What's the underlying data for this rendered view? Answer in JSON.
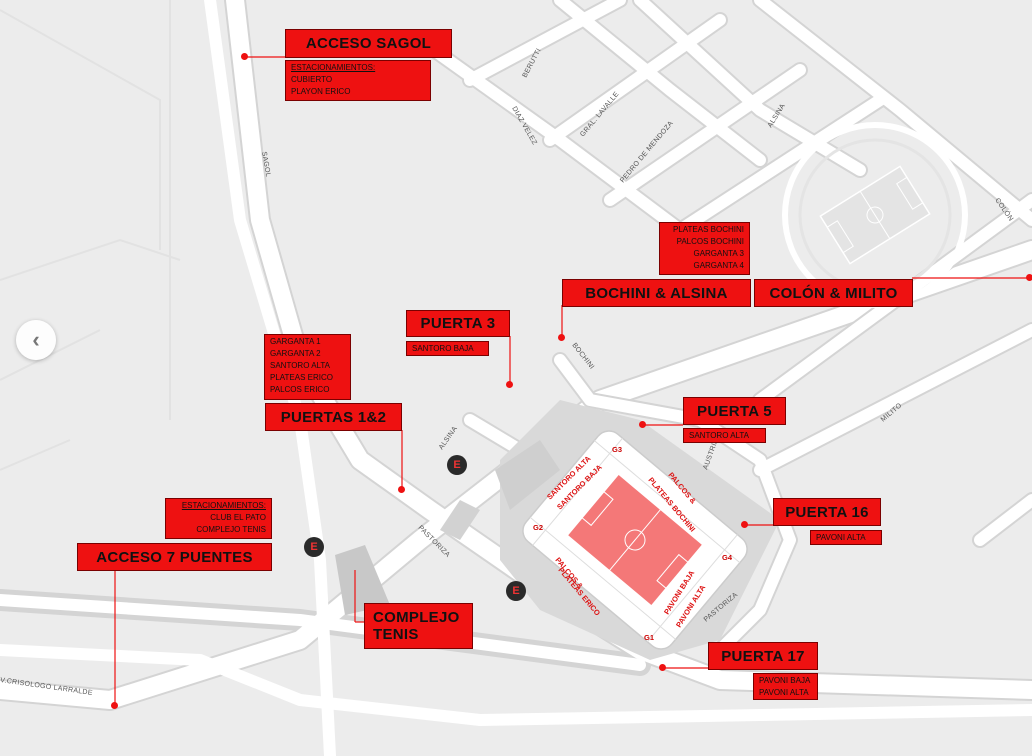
{
  "streets": {
    "sagol": "SAGOL",
    "berutti": "BERUTTI",
    "diaz_velez": "DIAZ VELEZ",
    "gral_lavalle": "GRAL. LAVALLE",
    "pedro_de_mendoza": "PEDRO DE MENDOZA",
    "alsina_north": "ALSINA",
    "colon": "COLÓN",
    "bochini": "BOCHINI",
    "milito": "MILITO",
    "austria": "AUSTRIA",
    "alsina_west": "ALSINA",
    "pastoriza_west": "PASTORIZA",
    "pastoriza_east": "PASTORIZA",
    "crisologo": "V.CRISOLOGO LARRALDE"
  },
  "stadium": {
    "zones": {
      "santoro_alta": "SANTORO ALTA",
      "santoro_baja": "SANTORO BAJA",
      "palcos_bochini_1": "PALCOS &",
      "palcos_bochini_2": "PLATEAS BOCHINI",
      "palcos_erico_1": "PALCOS &",
      "palcos_erico_2": "PLATEAS ERICO",
      "pavoni_baja": "PAVONI BAJA",
      "pavoni_alta": "PAVONI ALTA"
    },
    "gates": {
      "g1": "G1",
      "g2": "G2",
      "g3": "G3",
      "g4": "G4"
    }
  },
  "parking_icon": "E",
  "nav": {
    "prev_icon": "‹"
  },
  "labels": {
    "acceso_sagol": {
      "title": "ACCESO SAGOL",
      "lines": [
        "ESTACIONAMIENTOS:",
        "CUBIERTO",
        "PLAYON ERICO"
      ]
    },
    "bochini_alsina": {
      "title": "BOCHINI & ALSINA",
      "lines": [
        "PLATEAS BOCHINI",
        "PALCOS BOCHINI",
        "GARGANTA 3",
        "GARGANTA 4"
      ]
    },
    "colon_milito": {
      "title": "COLÓN & MILITO"
    },
    "puerta3": {
      "title": "PUERTA 3",
      "lines": [
        "SANTORO BAJA"
      ]
    },
    "puertas12": {
      "title": "PUERTAS 1&2",
      "lines": [
        "GARGANTA 1",
        "GARGANTA 2",
        "SANTORO ALTA",
        "PLATEAS ERICO",
        "PALCOS ERICO"
      ]
    },
    "puerta5": {
      "title": "PUERTA 5",
      "lines": [
        "SANTORO ALTA"
      ]
    },
    "puerta16": {
      "title": "PUERTA 16",
      "lines": [
        "PAVONI ALTA"
      ]
    },
    "acceso7": {
      "title": "ACCESO 7 PUENTES",
      "lines": [
        "ESTACIONAMIENTOS:",
        "CLUB EL PATO",
        "COMPLEJO TENIS"
      ]
    },
    "complejo": {
      "title_1": "COMPLEJO",
      "title_2": "TENIS"
    },
    "puerta17": {
      "title": "PUERTA 17",
      "lines": [
        "PAVONI BAJA",
        "PAVONI ALTA"
      ]
    }
  },
  "colors": {
    "accent": "#ee1111",
    "road": "#ffffff",
    "background": "#ececec",
    "pitch": "#f47878"
  }
}
